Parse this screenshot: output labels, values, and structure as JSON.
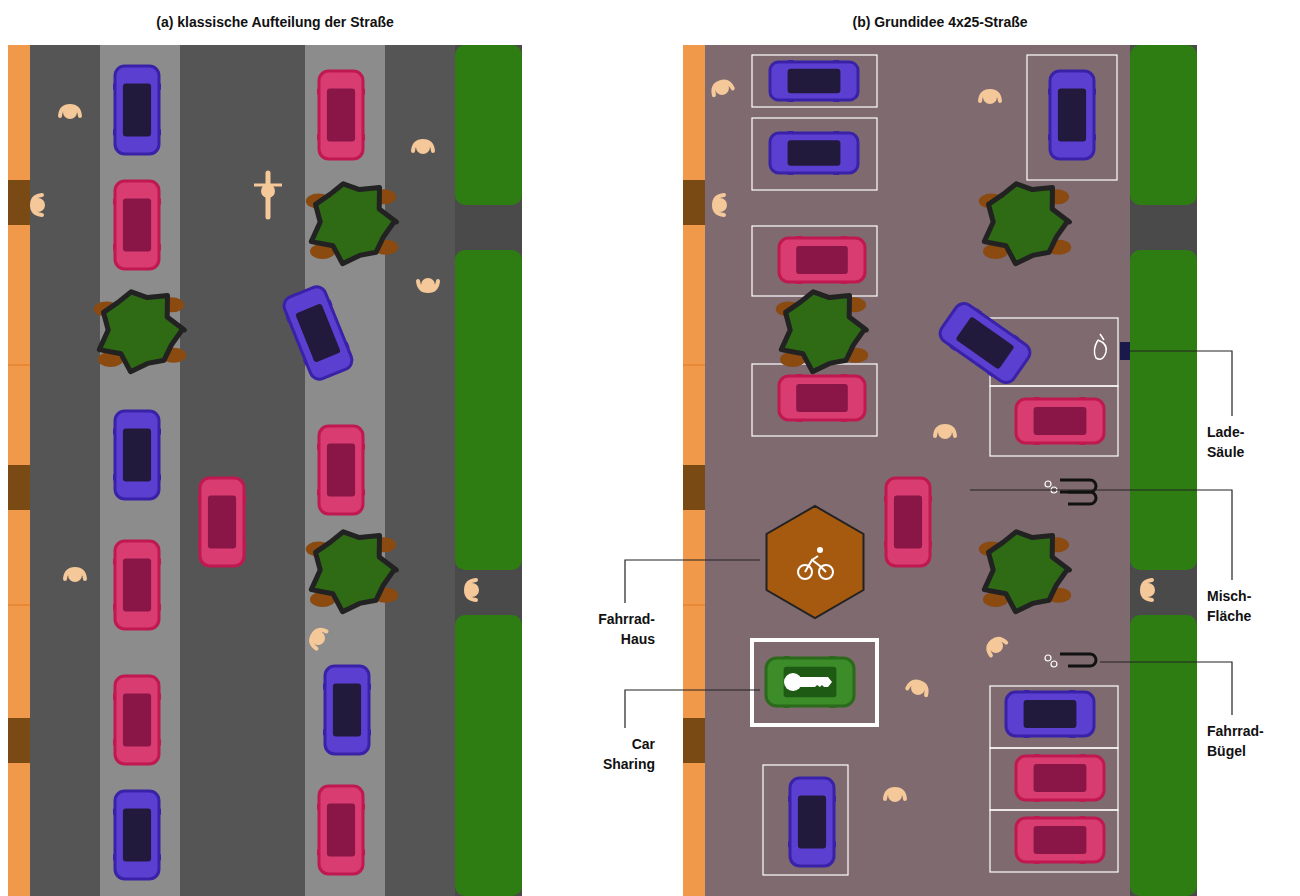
{
  "diagram": {
    "labels": [
      "(a) klassische Aufteilung der Straße",
      "(b) Grundidee 4x25-Straße",
      "Lade- Säule",
      "Misch- Fläche",
      "Fahrrad- Bügel",
      "Fahrrad- Haus",
      "Car Sharing"
    ]
  }
}
